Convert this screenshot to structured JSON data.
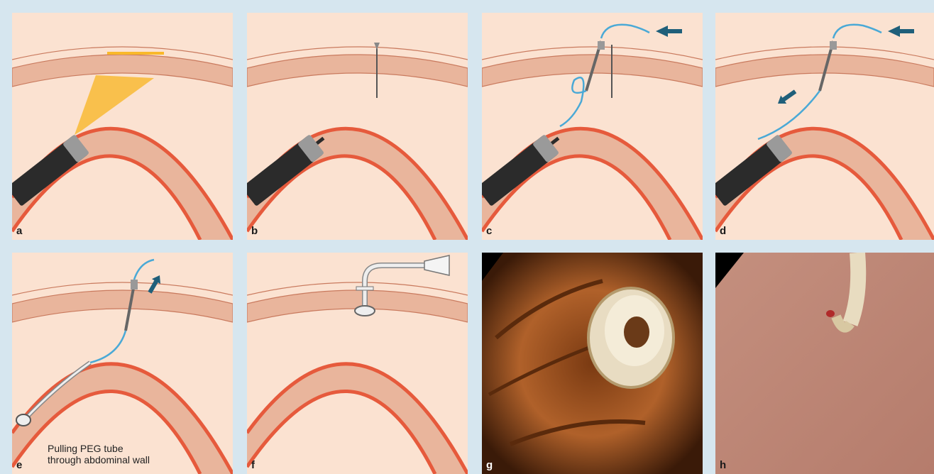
{
  "panels": [
    {
      "label": "a"
    },
    {
      "label": "b"
    },
    {
      "label": "c"
    },
    {
      "label": "d"
    },
    {
      "label": "e",
      "caption_line1": "Pulling PEG tube",
      "caption_line2": "through abdominal wall"
    },
    {
      "label": "f"
    },
    {
      "label": "g"
    },
    {
      "label": "h"
    }
  ],
  "colors": {
    "background": "#d6e6ef",
    "tissue": "#fbe2d1",
    "wall_band": "#e9b59c",
    "skin": "#f1c2a8",
    "red_line": "#e65a3c",
    "endoscope": "#2b2b2b",
    "guidewire": "#4aa9d6",
    "arrow": "#1f5f7a",
    "light_cone": "#f9b82a"
  }
}
